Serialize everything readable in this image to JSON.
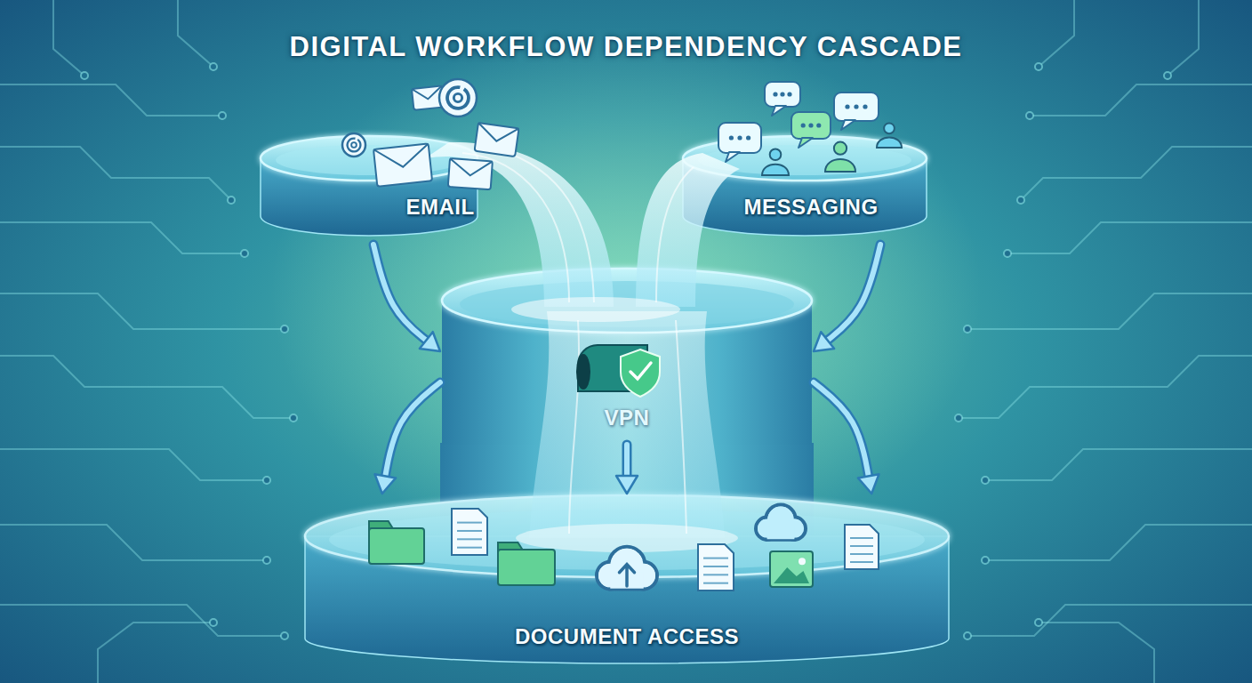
{
  "diagram": {
    "title": "DIGITAL WORKFLOW DEPENDENCY CASCADE",
    "nodes": [
      {
        "text": [
          "EMAIL"
        ]
      },
      {
        "text": [
          "MESSAGING"
        ]
      },
      {
        "text": [
          "VPN"
        ]
      },
      {
        "text": [
          "DOCUMENT ACCESS"
        ]
      }
    ],
    "edges": [
      {
        "from": 0,
        "to": 2,
        "arrow": "to"
      },
      {
        "from": 1,
        "to": 2,
        "arrow": "to"
      },
      {
        "from": 2,
        "to": 3,
        "arrow": "to"
      },
      {
        "from": 2,
        "to": 3,
        "arrow": "to"
      },
      {
        "from": 2,
        "to": 3,
        "arrow": "to"
      }
    ]
  }
}
